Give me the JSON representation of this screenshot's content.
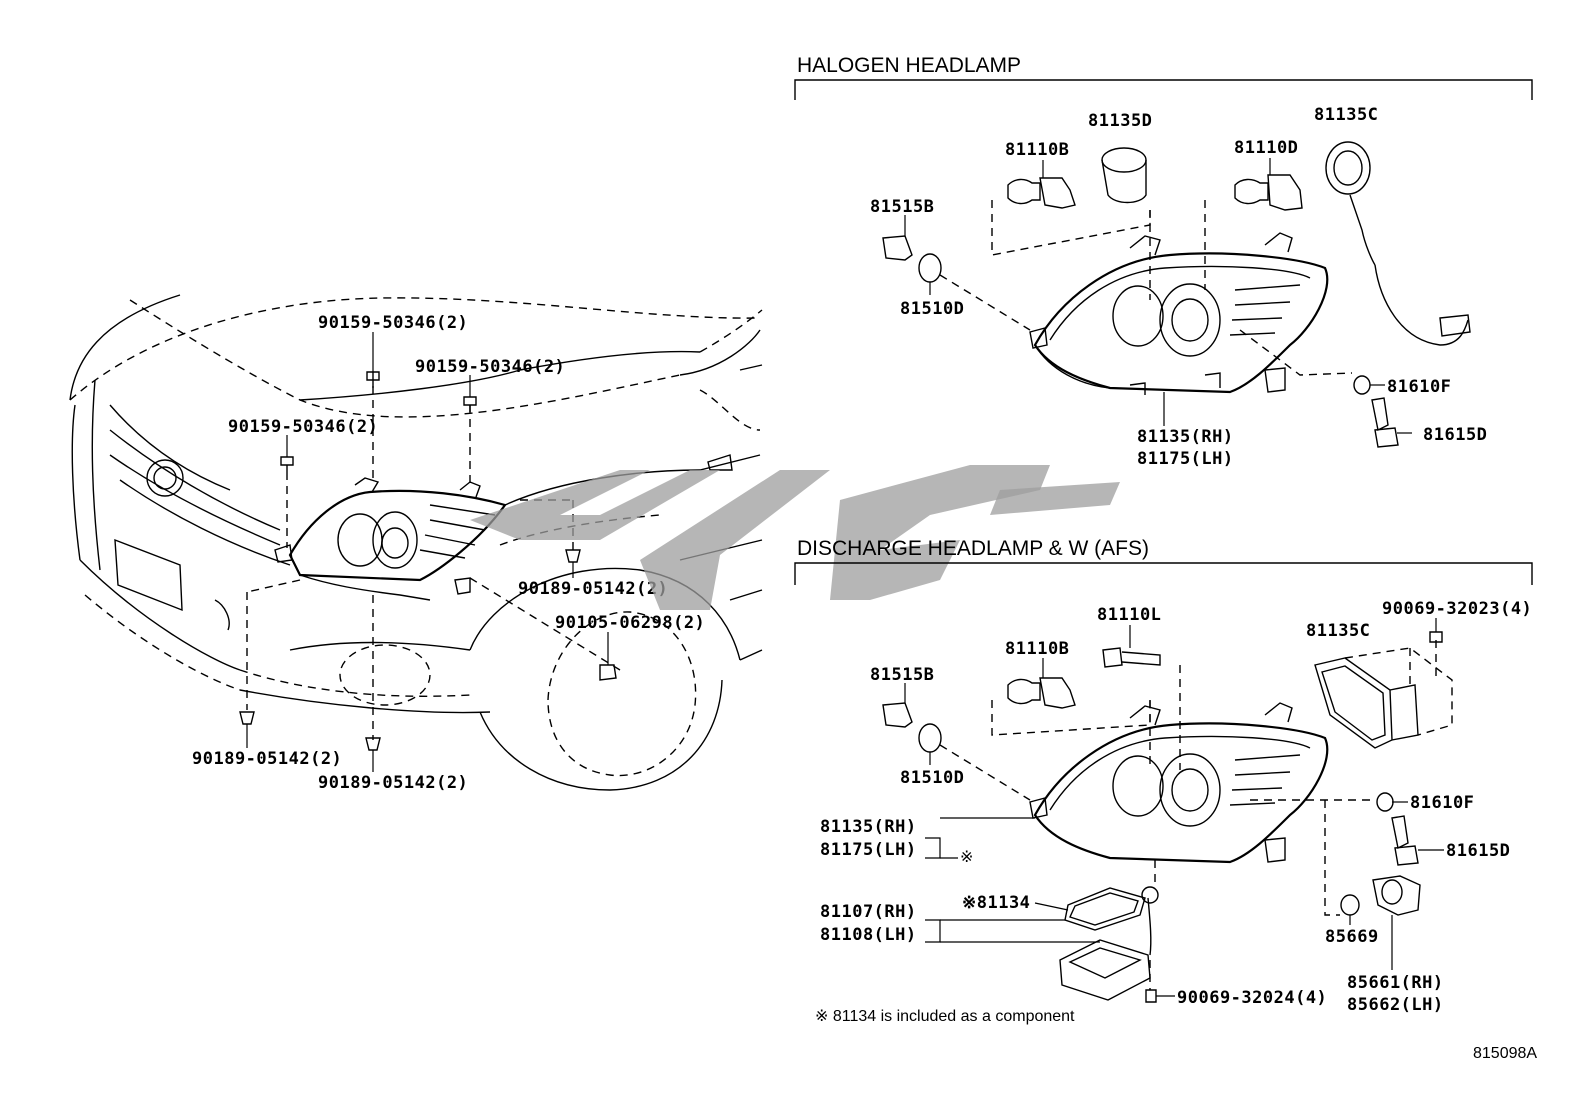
{
  "sections": {
    "halogen": "HALOGEN HEADLAMP",
    "discharge": "DISCHARGE HEADLAMP & W (AFS)"
  },
  "vehicle_labels": {
    "bolt_top_center": "90159-50346(2)",
    "bolt_top_right": "90159-50346(2)",
    "bolt_top_left": "90159-50346(2)",
    "clip_right": "90189-05142(2)",
    "screw_wheel": "90105-06298(2)",
    "clip_bottom_left": "90189-05142(2)",
    "clip_bottom_center": "90189-05142(2)"
  },
  "halogen_labels": {
    "socket_81135d": "81135D",
    "bulb_81110b": "81110B",
    "bulb_81110d": "81110D",
    "socket_81135c": "81135C",
    "socket_81515b": "81515B",
    "bulb_81510d": "81510D",
    "bulb_81610f": "81610F",
    "socket_81615d": "81615D",
    "lamp_rh": "81135(RH)",
    "lamp_lh": "81175(LH)"
  },
  "discharge_labels": {
    "bulb_81110l": "81110L",
    "screw_90069_32023": "90069-32023(4)",
    "cover_81135c": "81135C",
    "bulb_81110b": "81110B",
    "socket_81515b": "81515B",
    "bulb_81510d": "81510D",
    "bulb_81610f": "81610F",
    "socket_81615d": "81615D",
    "lamp_rh": "81135(RH)",
    "lamp_lh": "81175(LH)",
    "lamp_mark": "※",
    "ballast_component": "※81134",
    "ballast_rh": "81107(RH)",
    "ballast_lh": "81108(LH)",
    "ring_85669": "85669",
    "motor_rh": "85661(RH)",
    "motor_lh": "85662(LH)",
    "screw_90069_32024": "90069-32024(4)"
  },
  "footnote": "※ 81134 is included as a component",
  "figure_id": "815098A"
}
